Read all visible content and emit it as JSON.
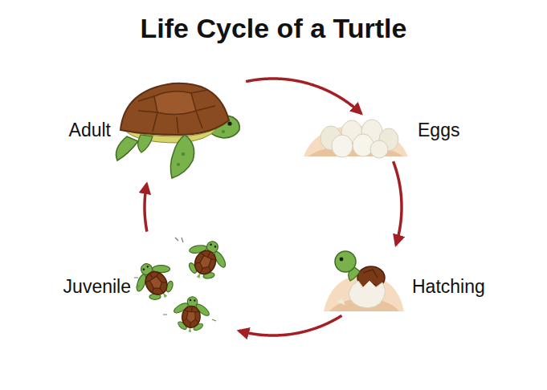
{
  "diagram": {
    "title": "Life Cycle of a Turtle",
    "nodes": [
      {
        "text": [
          "Adult"
        ]
      },
      {
        "text": [
          "Eggs"
        ]
      },
      {
        "text": [
          "Hatching"
        ]
      },
      {
        "text": [
          "Juvenile"
        ]
      }
    ],
    "edges": [
      {
        "from": 0,
        "to": 1,
        "arrow": "to"
      },
      {
        "from": 1,
        "to": 2,
        "arrow": "to"
      },
      {
        "from": 2,
        "to": 3,
        "arrow": "to"
      },
      {
        "from": 3,
        "to": 0,
        "arrow": "to"
      }
    ]
  }
}
